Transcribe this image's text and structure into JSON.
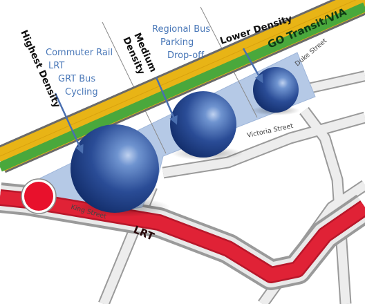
{
  "labels": {
    "highest_density": "Highest Density",
    "medium_density_1": "Medium",
    "medium_density_2": "Density",
    "lower_density": "Lower Density",
    "highest_uses": [
      "Commuter Rail",
      "LRT",
      "GRT Bus",
      "Cycling"
    ],
    "medium_uses": [
      "Regional Bus",
      "Parking",
      "Drop-off"
    ],
    "go_transit": "GO Transit/VIA",
    "lrt": "LRT"
  },
  "streets": {
    "duke": "Duke Street",
    "victoria": "Victoria Street",
    "king": "King Street"
  },
  "colors": {
    "rail_yellow": "#e8b416",
    "rail_green": "#4aa83c",
    "lrt_red": "#e02236",
    "zone_blue": "#b5c9e6",
    "sphere_dark": "#14306e",
    "sphere_light": "#5a86cc",
    "label_blue": "#4a78b8",
    "arrow_blue": "#4a6fb0"
  }
}
